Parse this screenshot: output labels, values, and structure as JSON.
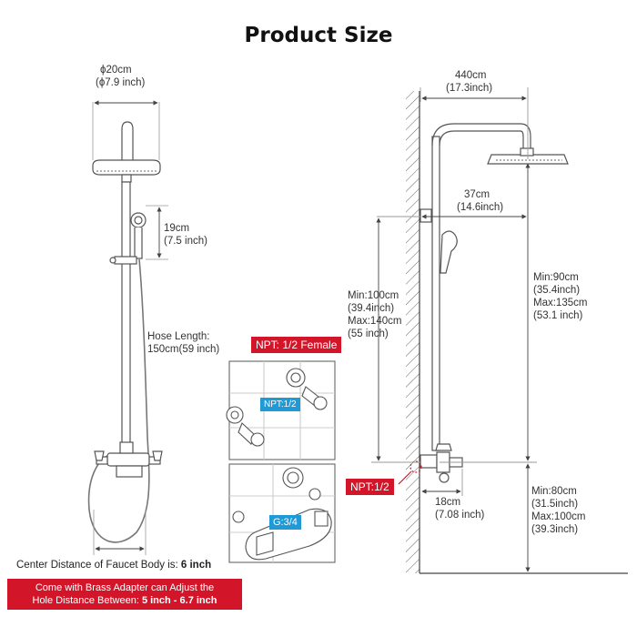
{
  "title": "Product Size",
  "left": {
    "head_dia_cm": "ϕ20cm",
    "head_dia_in": "(ϕ7.9 inch)",
    "hand_cm": "19cm",
    "hand_in": "(7.5 inch)",
    "hose_1": "Hose Length:",
    "hose_2": "150cm(59 inch)",
    "faucet_prefix": "Center Distance of Faucet Body is: ",
    "faucet_value": "6 inch",
    "banner_1": "Come with Brass Adapter can Adjust the",
    "banner_2_prefix": "Hole Distance Between: ",
    "banner_2_value": "5 inch - 6.7 inch"
  },
  "middle": {
    "tag_female": "NPT: 1/2 Female",
    "tag_npt": "NPT:1/2",
    "tag_g": "G:3/4"
  },
  "right": {
    "arm_cm": "440cm",
    "arm_in": "(17.3inch)",
    "slide_cm": "37cm",
    "slide_in": "(14.6inch)",
    "bar_1": "Min:90cm",
    "bar_2": "(35.4inch)",
    "bar_3": "Max:135cm",
    "bar_4": "(53.1 inch)",
    "hand_1": "Min:100cm",
    "hand_2": "(39.4inch)",
    "hand_3": "Max:140cm",
    "hand_4": "(55 inch)",
    "tag_npt": "NPT:1/2",
    "wall_cm": "18cm",
    "wall_in": "(7.08 inch)",
    "floor_1": "Min:80cm",
    "floor_2": "(31.5inch)",
    "floor_3": "Max:100cm",
    "floor_4": "(39.3inch)"
  }
}
